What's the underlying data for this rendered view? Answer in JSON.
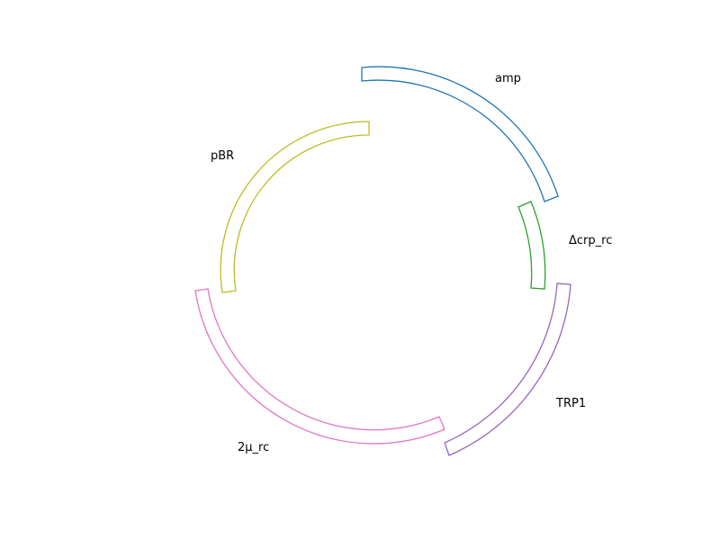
{
  "features": [
    {
      "name": "amp",
      "color": "#1f77b4"
    },
    {
      "name": "Δcrp_rc",
      "color": "#2ca02c"
    },
    {
      "name": "TRP1",
      "color": "#9467bd"
    },
    {
      "name": "2μ_rc",
      "color": "#e377c2"
    },
    {
      "name": "pBR",
      "color": "#bcbd22"
    }
  ]
}
